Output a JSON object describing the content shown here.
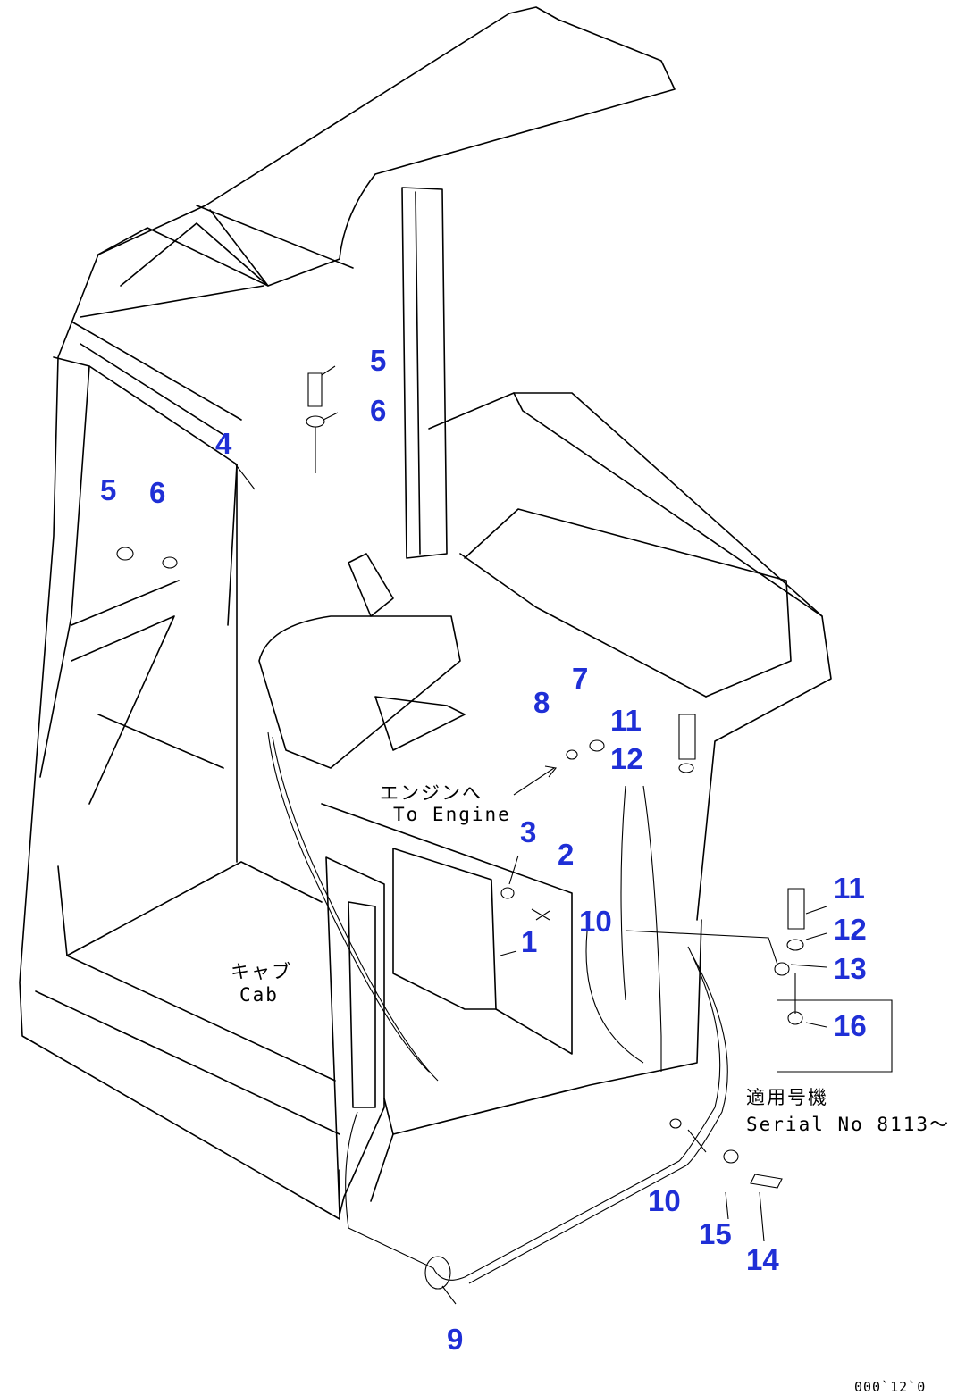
{
  "callouts": {
    "c1": "1",
    "c2": "2",
    "c3": "3",
    "c4": "4",
    "c5a": "5",
    "c5b": "5",
    "c6a": "6",
    "c6b": "6",
    "c7": "7",
    "c8": "8",
    "c9": "9",
    "c10a": "10",
    "c10b": "10",
    "c11a": "11",
    "c11b": "11",
    "c12a": "12",
    "c12b": "12",
    "c13": "13",
    "c14": "14",
    "c15": "15",
    "c16": "16"
  },
  "notes": {
    "engine_jp": "エンジンへ",
    "engine_en": "To Engine",
    "cab_jp": "キャブ",
    "cab_en": "Cab",
    "serial_jp": "適用号機",
    "serial_en": "Serial No 8113～",
    "drawing_code": "000`12`0"
  },
  "colors": {
    "callout": "#1f2fd6",
    "line": "#000000"
  }
}
